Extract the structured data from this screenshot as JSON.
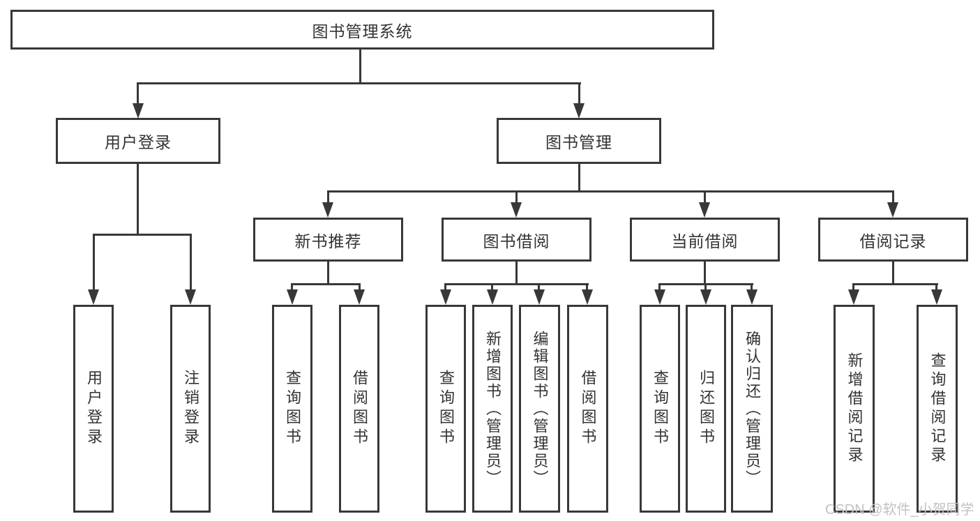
{
  "diagram": {
    "title": "图书管理系统",
    "nodes": {
      "root": "图书管理系统",
      "user_login": "用户登录",
      "book_mgmt": "图书管理",
      "new_books": "新书推荐",
      "book_borrow": "图书借阅",
      "current_borrow": "当前借阅",
      "borrow_records": "借阅记录"
    },
    "leaves": {
      "user_login_action": "用户登录",
      "logout_action": "注销登录",
      "nb_query_books": "查询图书",
      "nb_borrow_books": "借阅图书",
      "bb_query_books": "查询图书",
      "bb_add_books": "新增图书（管理员）",
      "bb_edit_books": "编辑图书（管理员）",
      "bb_borrow_books": "借阅图书",
      "cb_query_books": "查询图书",
      "cb_return_books": "归还图书",
      "cb_confirm_return": "确认归还（管理员）",
      "br_add_record": "新增借阅记录",
      "br_query_record": "查询借阅记录"
    }
  },
  "watermark": "CSDN @软件_小贺同学",
  "colors": {
    "line": "#383838",
    "text": "#333333",
    "background": "#ffffff",
    "watermark": "#c2c2c2"
  }
}
